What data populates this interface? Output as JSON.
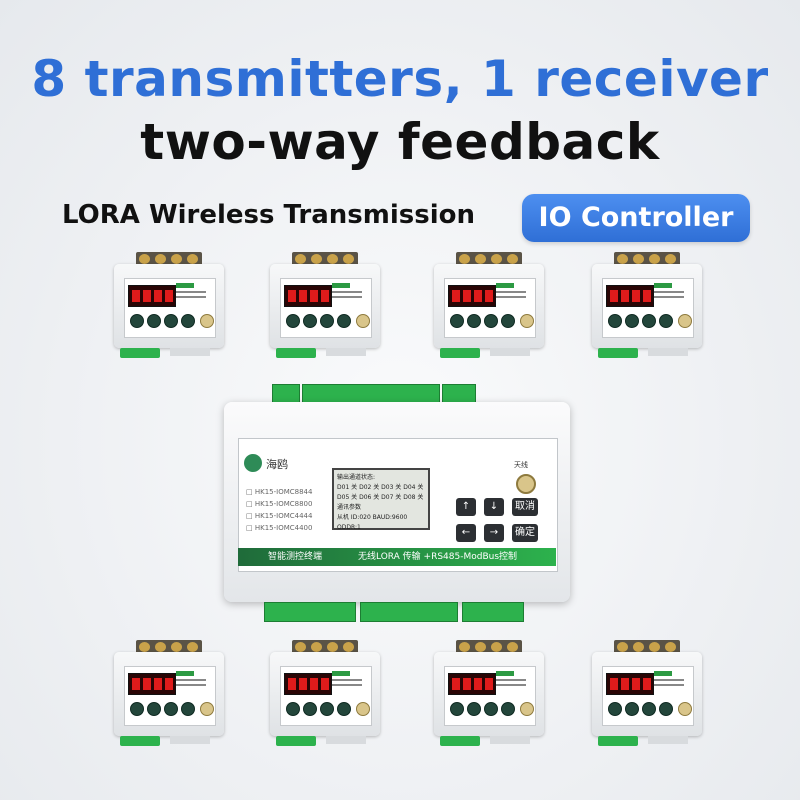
{
  "headline_1": "8 transmitters, 1 receiver",
  "headline_2": "two-way feedback",
  "tagline": "LORA Wireless Transmission",
  "badge": "IO Controller",
  "colors": {
    "accent_blue": "#2f6fd6",
    "terminal_green": "#2db24d",
    "display_red": "#e01b1b"
  }
}
